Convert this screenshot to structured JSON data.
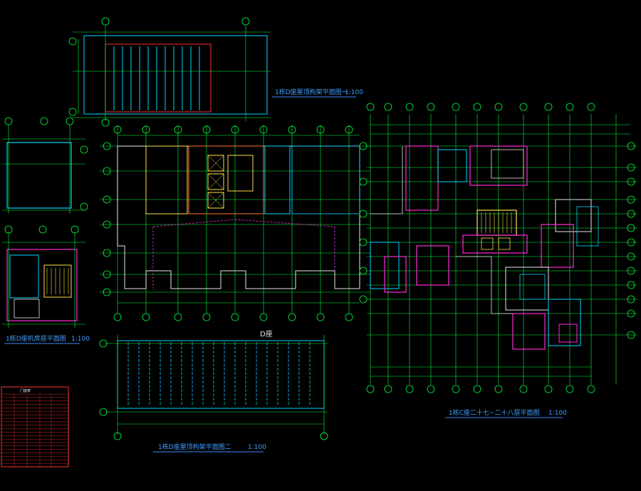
{
  "drawing": {
    "background": "#000000",
    "colors": {
      "grid": "#00ff3c",
      "wall_cyan": "#00d7ff",
      "wall_magenta": "#ff2bd6",
      "wall_red": "#ff3030",
      "wall_yellow": "#ffe14a",
      "wall_white": "#e8e8e8",
      "title": "#3a8cff"
    }
  },
  "plans": {
    "roof_structure_1": {
      "title": "1栋D座屋顶构架平面图一",
      "scale": "1:100"
    },
    "machine_room": {
      "title": "1栋D座机房层平面图",
      "scale": "1:100"
    },
    "middle_plan": {
      "title": "D座"
    },
    "roof_structure_2": {
      "title": "1栋D座屋顶构架平面图二",
      "scale": "1:100"
    },
    "typical_floor": {
      "title": "1栋C座二十七~二十八层平面图",
      "scale": "1:100"
    }
  },
  "door_window_table": {
    "title": "门窗表",
    "row_count": 21
  }
}
